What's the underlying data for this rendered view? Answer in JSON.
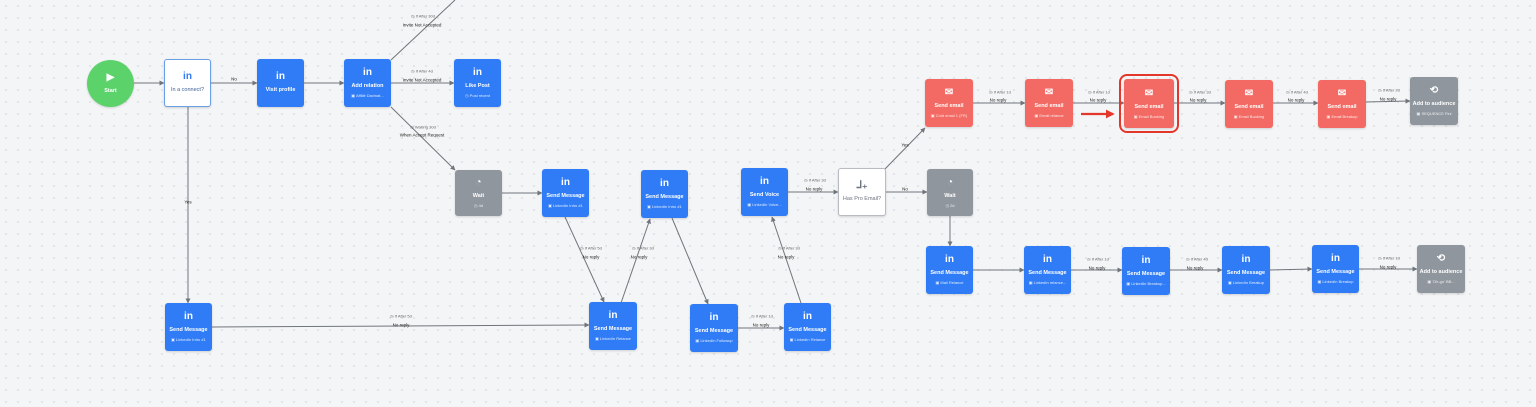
{
  "colors": {
    "blue": "#2f7cf6",
    "red": "#f26a63",
    "gray": "#8f969e",
    "green": "#5bd26a",
    "edge": "#6f757c",
    "highlight": "#e3372c"
  },
  "nodes": {
    "start": {
      "icon": "▶",
      "icon_name": "play-icon",
      "title": "Start"
    },
    "in_connect": {
      "icon": "in",
      "icon_name": "linkedin-icon",
      "title": "In a connect?"
    },
    "visit_profile": {
      "icon": "in",
      "icon_name": "linkedin-icon",
      "title": "Visit profile"
    },
    "add_relation": {
      "icon": "in",
      "icon_name": "linkedin-icon",
      "title": "Add relation",
      "sub": "▣ Affilié Davinat..."
    },
    "like_post": {
      "icon": "in",
      "icon_name": "linkedin-icon",
      "title": "Like Post",
      "sub": "◷ Post récent"
    },
    "wait1": {
      "icon": "◔",
      "icon_name": "clock-icon",
      "title": "Wait",
      "sub": "◷ 4d"
    },
    "send_msg1": {
      "icon": "in",
      "icon_name": "linkedin-icon",
      "title": "Send Message",
      "sub": "▣ LinkedIn Intro #1"
    },
    "send_msg2": {
      "icon": "in",
      "icon_name": "linkedin-icon",
      "title": "Send Message",
      "sub": "▣ LinkedIn Intro #1"
    },
    "send_voice": {
      "icon": "in",
      "icon_name": "linkedin-icon",
      "title": "Send Voice",
      "sub": "▣ LinkedIn Voice..."
    },
    "has_pro_email": {
      "icon": "⅃₊",
      "icon_name": "branch-icon",
      "title": "Has Pro Email?"
    },
    "wait2": {
      "icon": "◔",
      "icon_name": "clock-icon",
      "title": "Wait",
      "sub": "◷ 2d"
    },
    "send_msg_left": {
      "icon": "in",
      "icon_name": "linkedin-icon",
      "title": "Send Message",
      "sub": "▣ LinkedIn Intro #1"
    },
    "send_msg3": {
      "icon": "in",
      "icon_name": "linkedin-icon",
      "title": "Send Message",
      "sub": "▣ LinkedIn Relance"
    },
    "send_msg4": {
      "icon": "in",
      "icon_name": "linkedin-icon",
      "title": "Send Message",
      "sub": "▣ LinkedIn Followup"
    },
    "send_msg5": {
      "icon": "in",
      "icon_name": "linkedin-icon",
      "title": "Send Message",
      "sub": "▣ LinkedIn Relance"
    },
    "email1": {
      "icon": "✉",
      "icon_name": "mail-icon",
      "title": "Send email",
      "sub": "▣ Cold email 1 (FR)"
    },
    "email2": {
      "icon": "✉",
      "icon_name": "mail-icon",
      "title": "Send email",
      "sub": "▣ Email relance"
    },
    "email3": {
      "icon": "✉",
      "icon_name": "mail-icon",
      "title": "Send email",
      "sub": "▣ Email Booking"
    },
    "email4": {
      "icon": "✉",
      "icon_name": "mail-icon",
      "title": "Send email",
      "sub": "▣ Email Booking"
    },
    "email5": {
      "icon": "✉",
      "icon_name": "mail-icon",
      "title": "Send email",
      "sub": "▣ Email Breakup"
    },
    "audience1": {
      "icon": "⟲",
      "icon_name": "audience-icon",
      "title": "Add to audience",
      "sub": "▣ SEQUENCE Fini"
    },
    "r_msg1": {
      "icon": "in",
      "icon_name": "linkedin-icon",
      "title": "Send Message",
      "sub": "▣ Mail Relance"
    },
    "r_msg2": {
      "icon": "in",
      "icon_name": "linkedin-icon",
      "title": "Send Message",
      "sub": "▣ LinkedIn relance..."
    },
    "r_msg3": {
      "icon": "in",
      "icon_name": "linkedin-icon",
      "title": "Send Message",
      "sub": "▣ LinkedIn Breakup..."
    },
    "r_msg4": {
      "icon": "in",
      "icon_name": "linkedin-icon",
      "title": "Send Message",
      "sub": "▣ LinkedIn Breakup"
    },
    "r_msg5": {
      "icon": "in",
      "icon_name": "linkedin-icon",
      "title": "Send Message",
      "sub": "▣ LinkedIn Breakup"
    },
    "audience2": {
      "icon": "⟲",
      "icon_name": "audience-icon",
      "title": "Add to audience",
      "sub": "▣ 'Oh-go' BB..."
    }
  },
  "edge_labels": {
    "no": "No",
    "yes": "Yes",
    "no_reply": "No reply",
    "invite_not_accepted": "Invite Not Accepted",
    "when_accept_request": "When Accept Request",
    "if_after_30d": "◷ If After 30d",
    "if_after_4d": "◷ If After 4d",
    "if_after_5d": "◷ If After 5d",
    "if_after_3d": "◷ If After 3d",
    "if_after_2d": "◷ If After 2d",
    "if_after_1d": "◷ If After 1d",
    "waiting_30d": "◷ Waiting 30d"
  }
}
